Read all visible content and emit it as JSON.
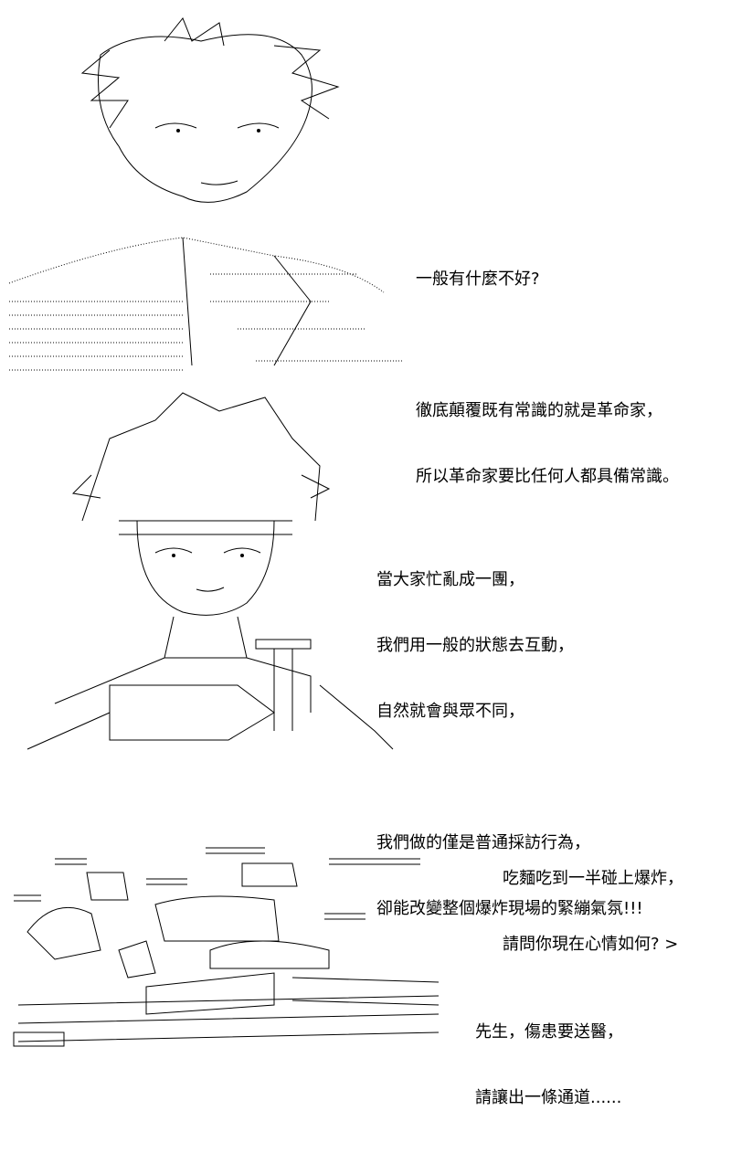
{
  "panels": [
    {
      "lines": [
        "一般有什麼不好?",
        "",
        "徹底顛覆既有常識的就是革命家，",
        "所以革命家要比任何人都具備常識。"
      ]
    },
    {
      "lines": [
        "當大家忙亂成一團，",
        "我們用一般的狀態去互動，",
        "自然就會與眾不同，",
        "",
        "我們做的僅是普通採訪行為，",
        "卻能改變整個爆炸現場的緊繃氣氛!!!"
      ]
    },
    {
      "lines_a": [
        "吃麵吃到一半碰上爆炸，",
        "請問你現在心情如何? >"
      ],
      "lines_b": [
        "先生，傷患要送醫，",
        "請讓出一條通道......"
      ]
    }
  ]
}
